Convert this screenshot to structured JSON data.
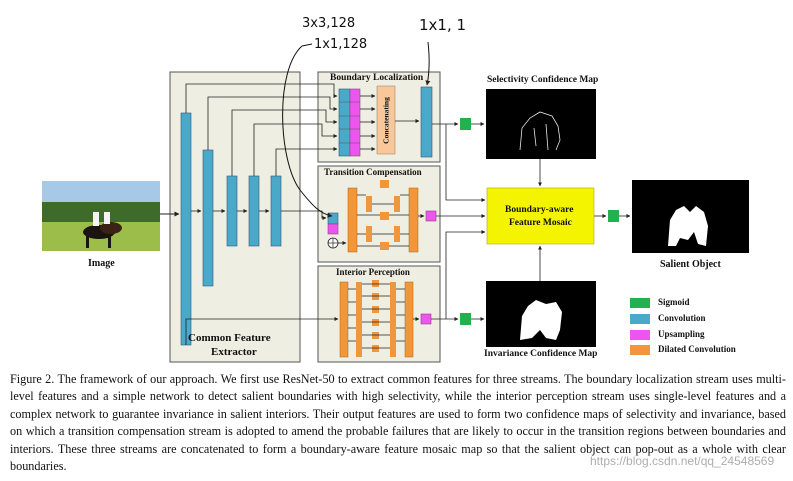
{
  "annotations": {
    "conv_bl": "3x3,128",
    "conv_bl2": "1x1,128",
    "conv_out": "1x1, 1"
  },
  "modules": {
    "boundary": "Boundary Localization",
    "transition": "Transition Compensation",
    "interior": "Interior Perception",
    "concat": "Concatenating",
    "extractor_line1": "Common Feature",
    "extractor_line2": "Extractor",
    "mosaic_line1": "Boundary-aware",
    "mosaic_line2": "Feature Mosaic"
  },
  "images": {
    "input": "Image",
    "selectivity": "Selectivity Confidence Map",
    "invariance": "Invariance Confidence Map",
    "salient": "Salient Object"
  },
  "legend": [
    {
      "label": "Sigmoid",
      "color": "#22b14c"
    },
    {
      "label": "Convolution",
      "color": "#4aa8c8"
    },
    {
      "label": "Upsampling",
      "color": "#ee55ee"
    },
    {
      "label": "Dilated Convolution",
      "color": "#f0963c"
    }
  ],
  "caption": "Figure 2. The framework of our approach. We first use ResNet-50 to extract common features for three streams. The boundary localization stream uses multi-level features and a simple network to detect salient boundaries with high selectivity, while the interior perception stream uses single-level features and a complex network to guarantee invariance in salient interiors. Their output features are used to form two confidence maps of selectivity and invariance, based on which a transition compensation stream is adopted to amend the probable failures that are likely to occur in the transition regions between boundaries and interiors. These three streams are concatenated to form a boundary-aware feature mosaic map so that the salient object can pop-out as a whole with clear boundaries.",
  "watermark": "https://blog.csdn.net/qq_24548569",
  "colors": {
    "conv": "#4aa8c8",
    "up": "#ee55ee",
    "dil": "#f0963c",
    "sig": "#22b14c",
    "panel": "#efeee2",
    "mosaic": "#f4f400",
    "concat": "#f8c89a"
  }
}
